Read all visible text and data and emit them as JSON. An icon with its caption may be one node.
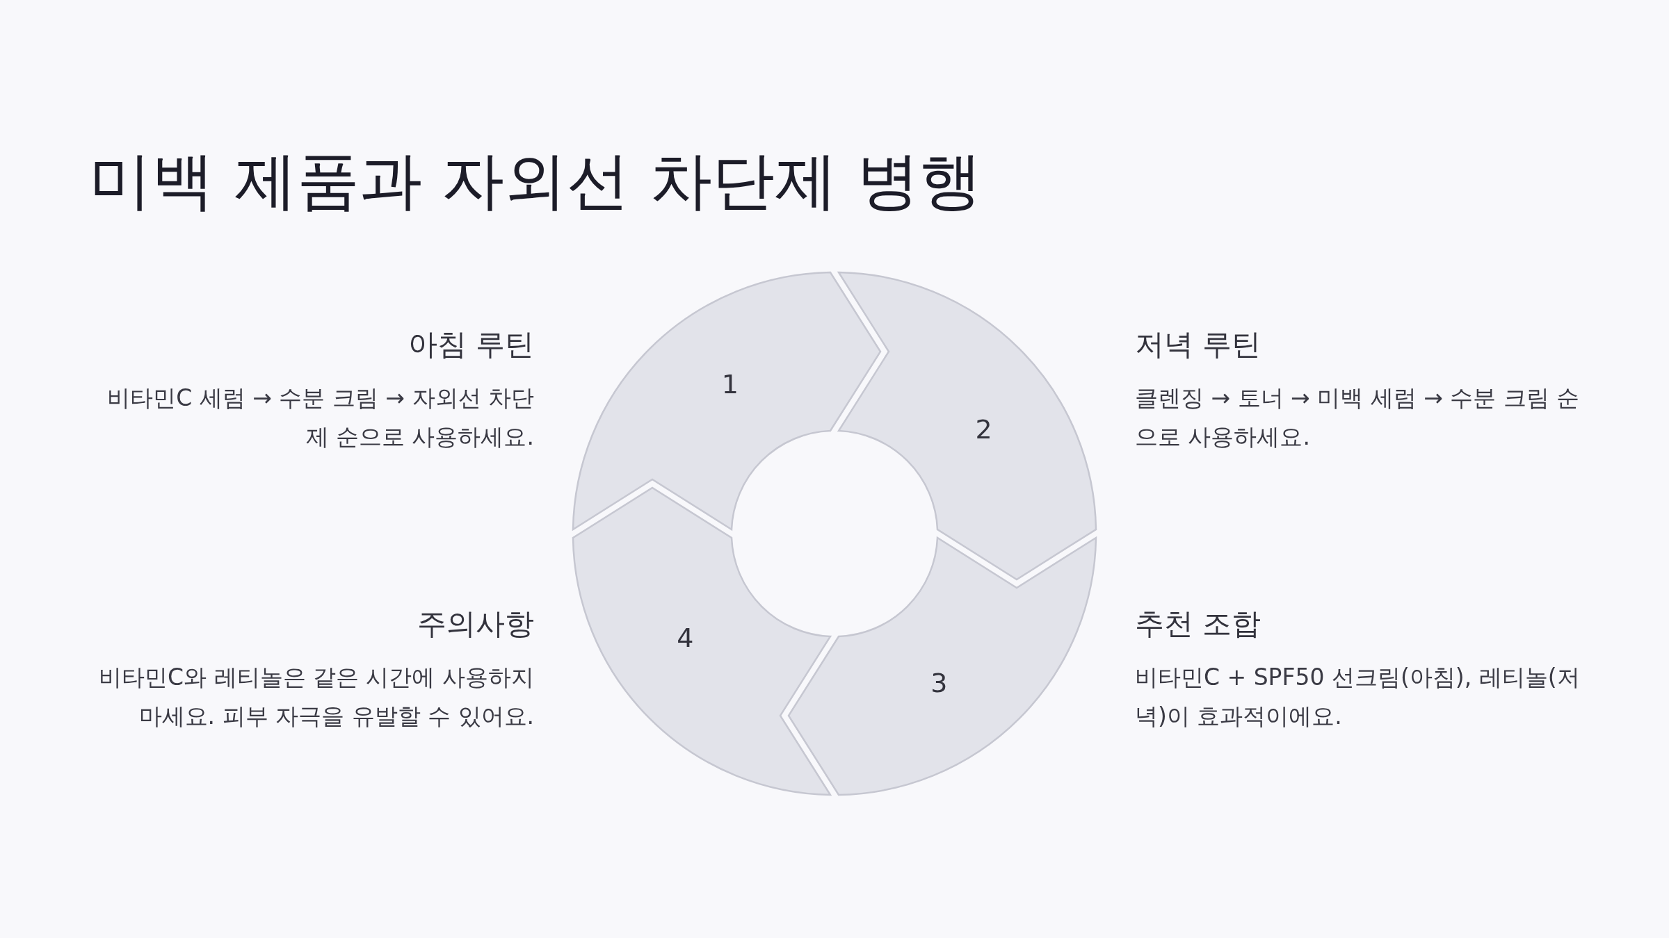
{
  "diagram": {
    "title": "미백 제품과 자외선 차단제 병행",
    "nodes": [
      {
        "text": [
          "1"
        ]
      },
      {
        "text": [
          "2"
        ]
      },
      {
        "text": [
          "3"
        ]
      },
      {
        "text": [
          "4"
        ]
      }
    ],
    "labels": [
      "아침 루틴",
      "비타민C 세럼 → 수분 크림 → 자외선 차단제 순으로 사용하세요.",
      "저녁 루틴",
      "클렌징 → 토너 → 미백 세럼 → 수분 크림 순으로 사용하세요.",
      "주의사항",
      "비타민C와 레티놀은 같은 시간에 사용하지 마세요. 피부 자극을 유발할 수 있어요.",
      "추천 조합",
      "비타민C + SPF50 선크림(아침), 레티놀(저녁)이 효과적이에요."
    ]
  }
}
